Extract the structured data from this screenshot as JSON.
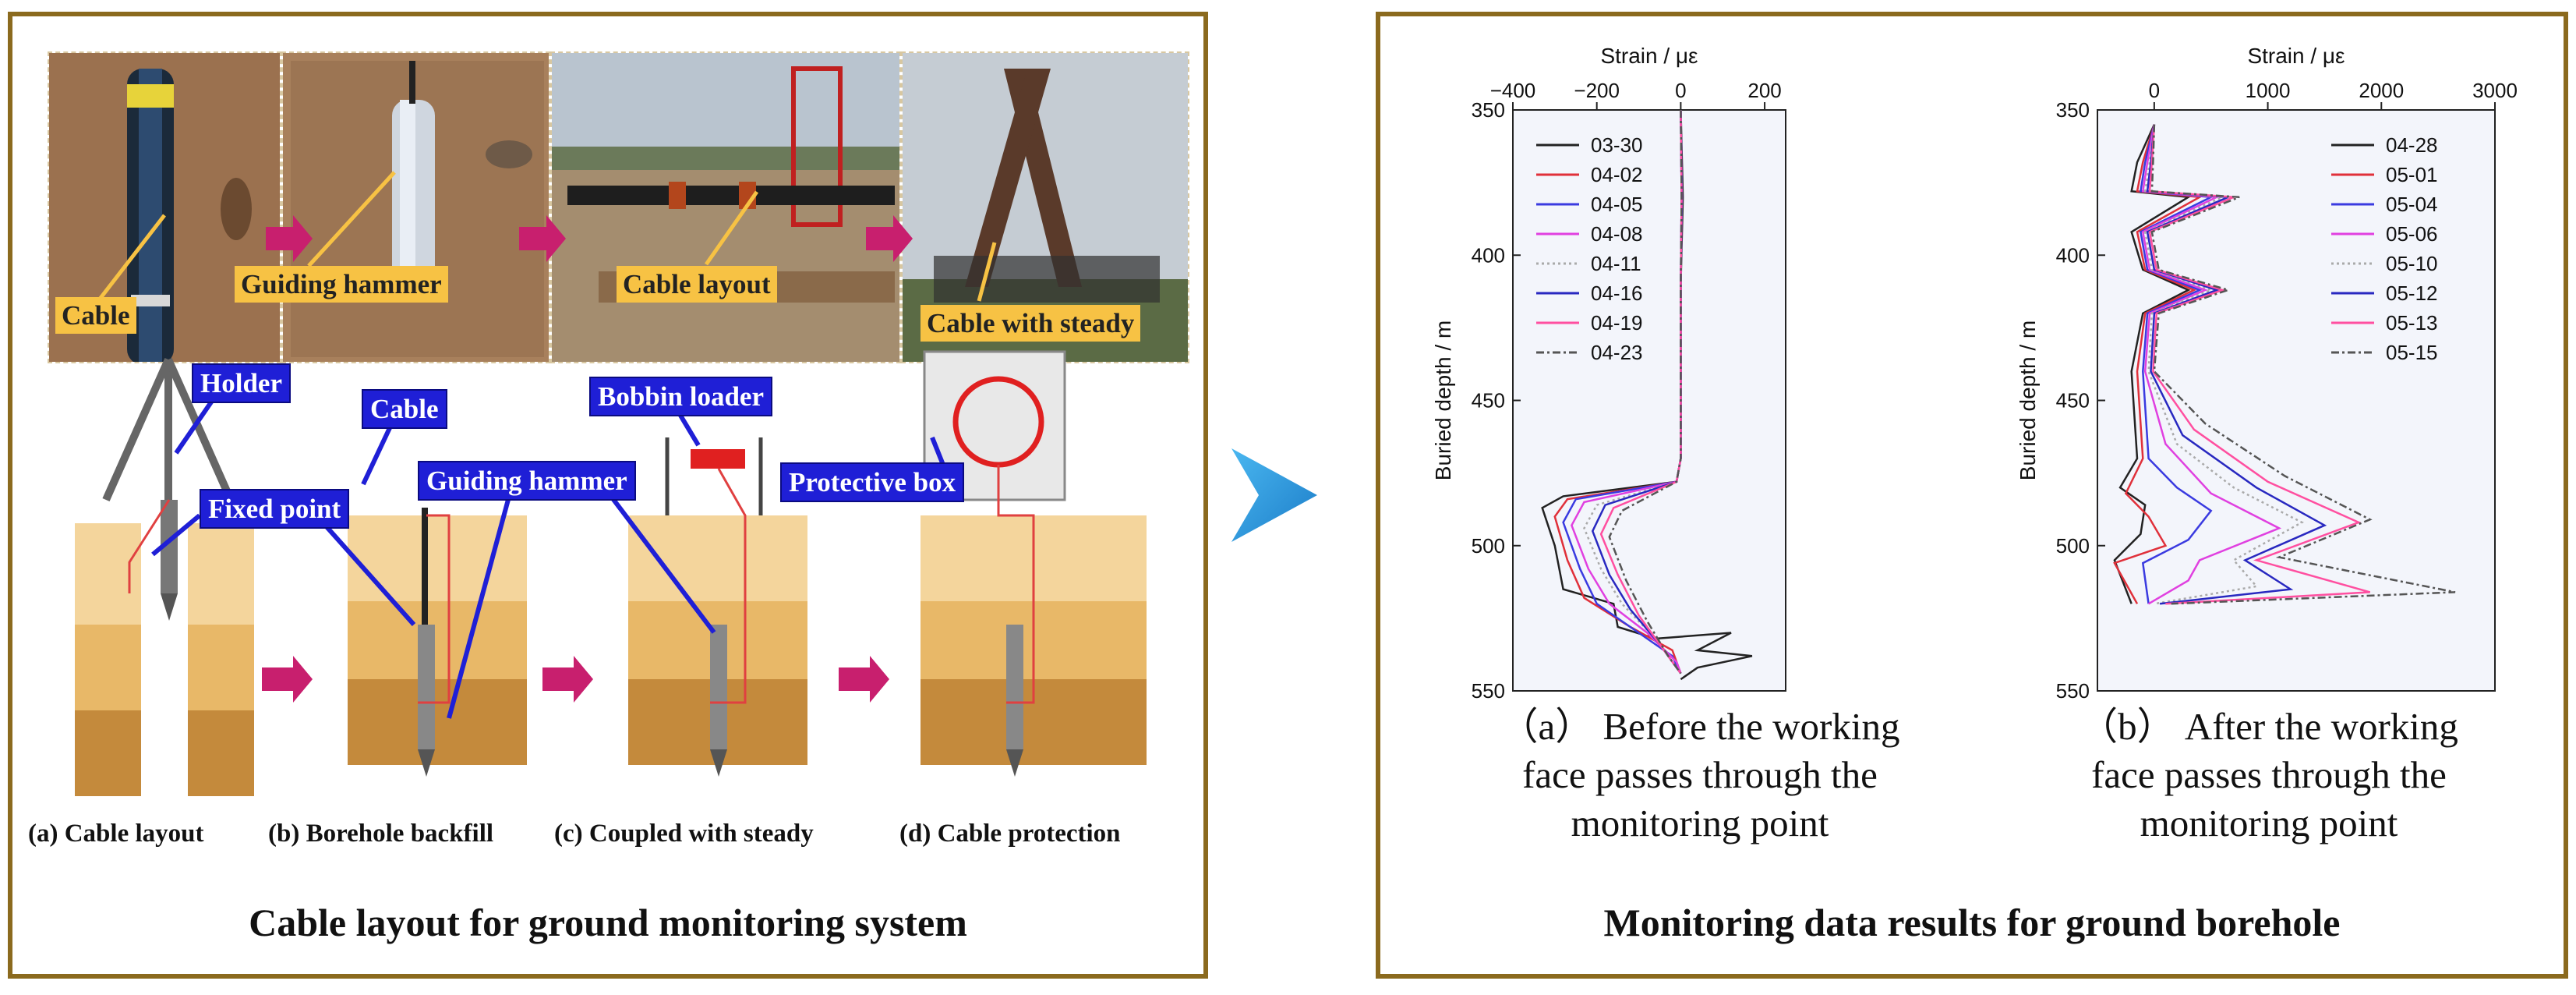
{
  "left": {
    "photo_labels": {
      "cable": "Cable",
      "guiding_hammer": "Guiding hammer",
      "cable_layout": "Cable layout",
      "cable_with_steady": "Cable with steady"
    },
    "diagram_labels": {
      "holder": "Holder",
      "cable": "Cable",
      "bobbin_loader": "Bobbin loader",
      "guiding_hammer": "Guiding hammer",
      "protective_box": "Protective box",
      "fixed_point": "Fixed point"
    },
    "subcaptions": [
      "(a) Cable layout",
      "(b) Borehole backfill",
      "(c)  Coupled with steady",
      "(d) Cable protection"
    ],
    "title": "Cable layout for ground monitoring system"
  },
  "right": {
    "title": "Monitoring data results for ground borehole",
    "caption_a_lines": [
      "（a） Before the working",
      "face passes through the",
      "monitoring point"
    ],
    "caption_b_lines": [
      "（b） After the working",
      "face passes through the",
      "monitoring point"
    ]
  },
  "colors": {
    "frame": "#8b6a1e",
    "arrow": "#c81f6e",
    "blue_label": "#1f1fd6",
    "yellow_label": "#f7c244",
    "big_arrow": "#2a9ae0"
  },
  "chart_data": [
    {
      "type": "line",
      "xlabel": "Strain / με",
      "ylabel": "Buried depth / m",
      "xlim": [
        -400,
        250
      ],
      "ylim": [
        550,
        350
      ],
      "xticks": [
        -400,
        -200,
        0,
        200
      ],
      "yticks": [
        350,
        400,
        450,
        500,
        550
      ],
      "legend_position": "top-left",
      "series": [
        {
          "name": "03-30",
          "color": "#222222",
          "style": "solid",
          "points": [
            [
              0,
              350
            ],
            [
              5,
              380
            ],
            [
              0,
              410
            ],
            [
              0,
              470
            ],
            [
              -10,
              478
            ],
            [
              -280,
              483
            ],
            [
              -330,
              487
            ],
            [
              -300,
              500
            ],
            [
              -280,
              515
            ],
            [
              -160,
              520
            ],
            [
              -150,
              528
            ],
            [
              -60,
              532
            ],
            [
              120,
              530
            ],
            [
              40,
              536
            ],
            [
              170,
              538
            ],
            [
              40,
              542
            ],
            [
              0,
              546
            ]
          ]
        },
        {
          "name": "04-02",
          "color": "#e0303a",
          "style": "solid",
          "points": [
            [
              0,
              350
            ],
            [
              3,
              380
            ],
            [
              0,
              410
            ],
            [
              0,
              470
            ],
            [
              -10,
              478
            ],
            [
              -270,
              484
            ],
            [
              -300,
              490
            ],
            [
              -270,
              505
            ],
            [
              -230,
              518
            ],
            [
              -120,
              528
            ],
            [
              -20,
              536
            ],
            [
              0,
              544
            ]
          ]
        },
        {
          "name": "04-05",
          "color": "#3a3ae0",
          "style": "solid",
          "points": [
            [
              0,
              350
            ],
            [
              3,
              380
            ],
            [
              0,
              410
            ],
            [
              0,
              470
            ],
            [
              -10,
              478
            ],
            [
              -250,
              484
            ],
            [
              -280,
              492
            ],
            [
              -240,
              508
            ],
            [
              -200,
              520
            ],
            [
              -100,
              530
            ],
            [
              -20,
              538
            ],
            [
              0,
              544
            ]
          ]
        },
        {
          "name": "04-08",
          "color": "#e040e0",
          "style": "solid",
          "points": [
            [
              0,
              350
            ],
            [
              2,
              380
            ],
            [
              0,
              410
            ],
            [
              0,
              470
            ],
            [
              -10,
              478
            ],
            [
              -230,
              485
            ],
            [
              -260,
              493
            ],
            [
              -220,
              508
            ],
            [
              -170,
              520
            ],
            [
              -80,
              530
            ],
            [
              -10,
              540
            ],
            [
              0,
              544
            ]
          ]
        },
        {
          "name": "04-11",
          "color": "#aaaaaa",
          "style": "dotted",
          "points": [
            [
              0,
              350
            ],
            [
              2,
              380
            ],
            [
              0,
              410
            ],
            [
              0,
              470
            ],
            [
              -10,
              478
            ],
            [
              -200,
              486
            ],
            [
              -230,
              494
            ],
            [
              -190,
              508
            ],
            [
              -140,
              520
            ],
            [
              -60,
              532
            ],
            [
              0,
              544
            ]
          ]
        },
        {
          "name": "04-16",
          "color": "#2828c0",
          "style": "solid",
          "points": [
            [
              0,
              350
            ],
            [
              2,
              380
            ],
            [
              0,
              410
            ],
            [
              0,
              470
            ],
            [
              -10,
              478
            ],
            [
              -180,
              486
            ],
            [
              -210,
              495
            ],
            [
              -170,
              510
            ],
            [
              -120,
              522
            ],
            [
              -50,
              534
            ],
            [
              0,
              544
            ]
          ]
        },
        {
          "name": "04-19",
          "color": "#ff4fa0",
          "style": "solid",
          "points": [
            [
              0,
              350
            ],
            [
              2,
              380
            ],
            [
              0,
              410
            ],
            [
              0,
              470
            ],
            [
              -10,
              478
            ],
            [
              -160,
              487
            ],
            [
              -190,
              496
            ],
            [
              -150,
              510
            ],
            [
              -100,
              524
            ],
            [
              -40,
              536
            ],
            [
              0,
              544
            ]
          ]
        },
        {
          "name": "04-23",
          "color": "#555555",
          "style": "dashdot",
          "points": [
            [
              0,
              350
            ],
            [
              2,
              380
            ],
            [
              0,
              410
            ],
            [
              0,
              470
            ],
            [
              -10,
              478
            ],
            [
              -140,
              488
            ],
            [
              -170,
              497
            ],
            [
              -130,
              512
            ],
            [
              -80,
              526
            ],
            [
              -30,
              538
            ],
            [
              0,
              544
            ]
          ]
        }
      ]
    },
    {
      "type": "line",
      "xlabel": "Strain / με",
      "ylabel": "Buried depth / m",
      "xlim": [
        -500,
        3000
      ],
      "ylim": [
        550,
        350
      ],
      "xticks": [
        0,
        1000,
        2000,
        3000
      ],
      "yticks": [
        350,
        400,
        450,
        500,
        550
      ],
      "legend_position": "top-right",
      "series": [
        {
          "name": "04-28",
          "color": "#222222",
          "style": "solid",
          "points": [
            [
              0,
              355
            ],
            [
              -150,
              368
            ],
            [
              -200,
              378
            ],
            [
              300,
              380
            ],
            [
              -200,
              392
            ],
            [
              -100,
              405
            ],
            [
              300,
              412
            ],
            [
              -100,
              420
            ],
            [
              -200,
              440
            ],
            [
              -150,
              470
            ],
            [
              -300,
              480
            ],
            [
              -80,
              486
            ],
            [
              -120,
              496
            ],
            [
              -350,
              505
            ],
            [
              -200,
              520
            ]
          ]
        },
        {
          "name": "05-01",
          "color": "#e0303a",
          "style": "solid",
          "points": [
            [
              0,
              355
            ],
            [
              -100,
              368
            ],
            [
              -150,
              378
            ],
            [
              400,
              380
            ],
            [
              -150,
              392
            ],
            [
              -80,
              405
            ],
            [
              350,
              412
            ],
            [
              -80,
              420
            ],
            [
              -150,
              440
            ],
            [
              -100,
              470
            ],
            [
              -250,
              482
            ],
            [
              -50,
              490
            ],
            [
              100,
              500
            ],
            [
              -350,
              506
            ],
            [
              -150,
              520
            ]
          ]
        },
        {
          "name": "05-04",
          "color": "#3a3ae0",
          "style": "solid",
          "points": [
            [
              0,
              355
            ],
            [
              -80,
              368
            ],
            [
              -120,
              378
            ],
            [
              500,
              380
            ],
            [
              -120,
              392
            ],
            [
              -60,
              405
            ],
            [
              400,
              412
            ],
            [
              -60,
              420
            ],
            [
              -100,
              440
            ],
            [
              -50,
              470
            ],
            [
              200,
              480
            ],
            [
              500,
              488
            ],
            [
              300,
              498
            ],
            [
              -100,
              506
            ],
            [
              -50,
              520
            ]
          ]
        },
        {
          "name": "05-06",
          "color": "#e040e0",
          "style": "solid",
          "points": [
            [
              0,
              355
            ],
            [
              -60,
              368
            ],
            [
              -100,
              378
            ],
            [
              550,
              380
            ],
            [
              -100,
              392
            ],
            [
              -40,
              405
            ],
            [
              450,
              412
            ],
            [
              -40,
              420
            ],
            [
              -80,
              440
            ],
            [
              100,
              465
            ],
            [
              500,
              482
            ],
            [
              1100,
              494
            ],
            [
              400,
              505
            ],
            [
              300,
              512
            ],
            [
              -50,
              520
            ]
          ]
        },
        {
          "name": "05-10",
          "color": "#aaaaaa",
          "style": "dotted",
          "points": [
            [
              0,
              355
            ],
            [
              -40,
              368
            ],
            [
              -80,
              378
            ],
            [
              600,
              380
            ],
            [
              -80,
              392
            ],
            [
              -20,
              405
            ],
            [
              500,
              412
            ],
            [
              -20,
              420
            ],
            [
              -50,
              440
            ],
            [
              200,
              465
            ],
            [
              700,
              480
            ],
            [
              1300,
              492
            ],
            [
              700,
              505
            ],
            [
              900,
              514
            ],
            [
              0,
              520
            ]
          ]
        },
        {
          "name": "05-12",
          "color": "#2828c0",
          "style": "solid",
          "points": [
            [
              0,
              355
            ],
            [
              -30,
              368
            ],
            [
              -60,
              378
            ],
            [
              650,
              380
            ],
            [
              -60,
              392
            ],
            [
              0,
              405
            ],
            [
              550,
              412
            ],
            [
              0,
              420
            ],
            [
              -30,
              440
            ],
            [
              250,
              462
            ],
            [
              900,
              480
            ],
            [
              1500,
              493
            ],
            [
              800,
              505
            ],
            [
              1200,
              515
            ],
            [
              50,
              520
            ]
          ]
        },
        {
          "name": "05-13",
          "color": "#ff4fa0",
          "style": "solid",
          "points": [
            [
              0,
              355
            ],
            [
              -20,
              368
            ],
            [
              -40,
              378
            ],
            [
              700,
              380
            ],
            [
              -40,
              392
            ],
            [
              20,
              405
            ],
            [
              600,
              412
            ],
            [
              20,
              420
            ],
            [
              -10,
              440
            ],
            [
              350,
              460
            ],
            [
              1000,
              478
            ],
            [
              1800,
              492
            ],
            [
              900,
              505
            ],
            [
              1900,
              516
            ],
            [
              100,
              520
            ]
          ]
        },
        {
          "name": "05-15",
          "color": "#555555",
          "style": "dashdot",
          "points": [
            [
              0,
              355
            ],
            [
              -10,
              368
            ],
            [
              -20,
              378
            ],
            [
              750,
              380
            ],
            [
              -20,
              392
            ],
            [
              40,
              405
            ],
            [
              650,
              412
            ],
            [
              40,
              420
            ],
            [
              0,
              440
            ],
            [
              450,
              458
            ],
            [
              1150,
              476
            ],
            [
              1900,
              491
            ],
            [
              1100,
              504
            ],
            [
              2650,
              516
            ],
            [
              150,
              520
            ]
          ]
        }
      ]
    }
  ]
}
